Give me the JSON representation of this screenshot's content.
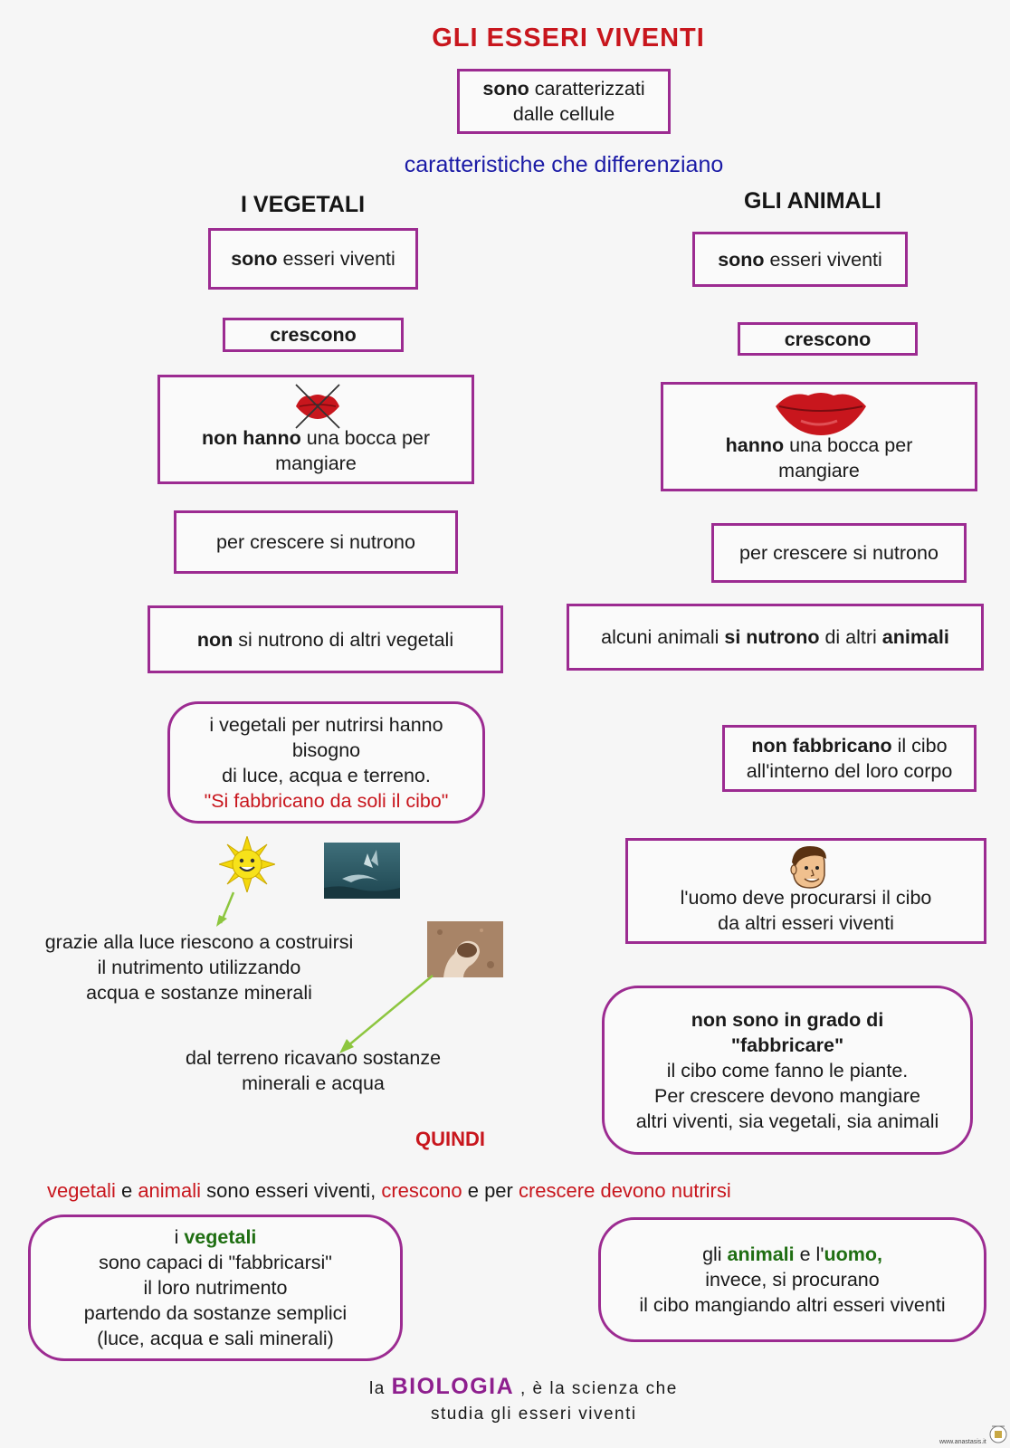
{
  "title": "GLI ESSERI VIVENTI",
  "intro": {
    "bold": "sono",
    "rest": " caratterizzati",
    "line2": "dalle cellule"
  },
  "subtitle": "caratteristiche che differenziano",
  "plants": {
    "heading": "I VEGETALI",
    "living": {
      "bold": "sono",
      "rest": " esseri viventi"
    },
    "grow": "crescono",
    "mouth": {
      "bold": "non hanno",
      "rest": " una bocca per",
      "line2": "mangiare"
    },
    "feed": "per crescere si nutrono",
    "not_eat": {
      "bold": "non",
      "rest": " si nutrono di altri vegetali"
    },
    "needs": {
      "line1": "i vegetali per nutrirsi hanno",
      "line2": "bisogno",
      "line3": "di luce, acqua e terreno.",
      "line4": "\"Si fabbricano da soli il cibo\""
    },
    "light_text": {
      "line1": "grazie alla luce riescono a costruirsi",
      "line2": "il nutrimento utilizzando",
      "line3": "acqua e sostanze minerali"
    },
    "soil_text": {
      "line1": "dal terreno ricavano sostanze",
      "line2": "minerali e acqua"
    }
  },
  "animals": {
    "heading": "GLI ANIMALI",
    "living": {
      "bold": "sono",
      "rest": " esseri viventi"
    },
    "grow": "crescono",
    "mouth": {
      "bold": "hanno",
      "rest": " una bocca per",
      "line2": "mangiare"
    },
    "feed": "per crescere si nutrono",
    "eat": {
      "part1": "alcuni animali ",
      "bold1": "si nutrono",
      "part2": " di altri ",
      "bold2": "animali"
    },
    "no_make": {
      "bold": "non fabbricano",
      "rest": " il cibo",
      "line2": "all'interno del loro corpo"
    },
    "human": {
      "line1": "l'uomo deve procurarsi il cibo",
      "line2": "da altri esseri viventi"
    },
    "cannot": {
      "bold1": "non sono in grado di",
      "bold2": "\"fabbricare\"",
      "line3": "il cibo come fanno le piante.",
      "line4": "Per crescere devono mangiare",
      "line5": "altri viventi, sia vegetali, sia animali"
    }
  },
  "conclusion": {
    "label": "QUINDI",
    "sentence": {
      "w1": "vegetali",
      "t1": " e ",
      "w2": "animali",
      "t2": " sono esseri viventi, ",
      "w3": "crescono",
      "t3": " e per ",
      "w4": "crescere devono nutrirsi"
    },
    "plants_box": {
      "pre": "i ",
      "green": "vegetali",
      "line2": "sono capaci di \"fabbricarsi\"",
      "line3": "il loro nutrimento",
      "line4": "partendo da sostanze semplici",
      "line5": "(luce, acqua e sali minerali)"
    },
    "animals_box": {
      "pre": "gli ",
      "green1": "animali",
      "mid": " e l'",
      "green2": "uomo,",
      "line2": "invece, si procurano",
      "line3": "il cibo mangiando altri esseri viventi"
    }
  },
  "footer": {
    "pre": "la ",
    "biologia": "BIOLOGIA",
    "post": " , è la scienza che",
    "line2": "studia gli esseri viventi",
    "site": "www.anastasis.it"
  },
  "colors": {
    "border": "#9c2b91",
    "red": "#c8161d",
    "green": "#1f6e12",
    "blue": "#1b1ba6",
    "arrow": "#8dc63f"
  }
}
